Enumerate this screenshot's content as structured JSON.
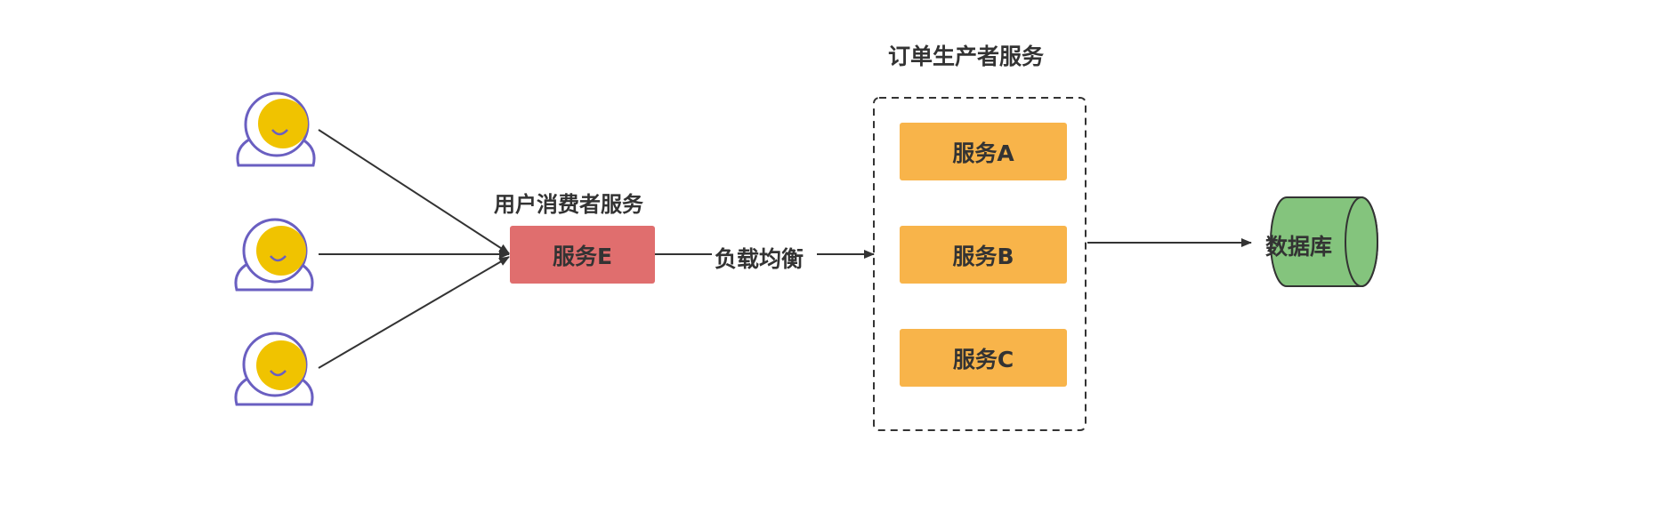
{
  "consumer": {
    "title": "用户消费者服务",
    "service_label": "服务E",
    "color": "#e06e6e"
  },
  "edge_label": "负载均衡",
  "producer": {
    "title": "订单生产者服务",
    "services": [
      {
        "label": "服务A"
      },
      {
        "label": "服务B"
      },
      {
        "label": "服务C"
      }
    ],
    "color": "#f8b44a"
  },
  "database": {
    "label": "数据库",
    "color": "#84c47d"
  },
  "users": {
    "count": 3,
    "head_color": "#f0c300",
    "outline_color": "#6a5fc1"
  },
  "colors": {
    "line": "#333333",
    "text": "#333333"
  }
}
